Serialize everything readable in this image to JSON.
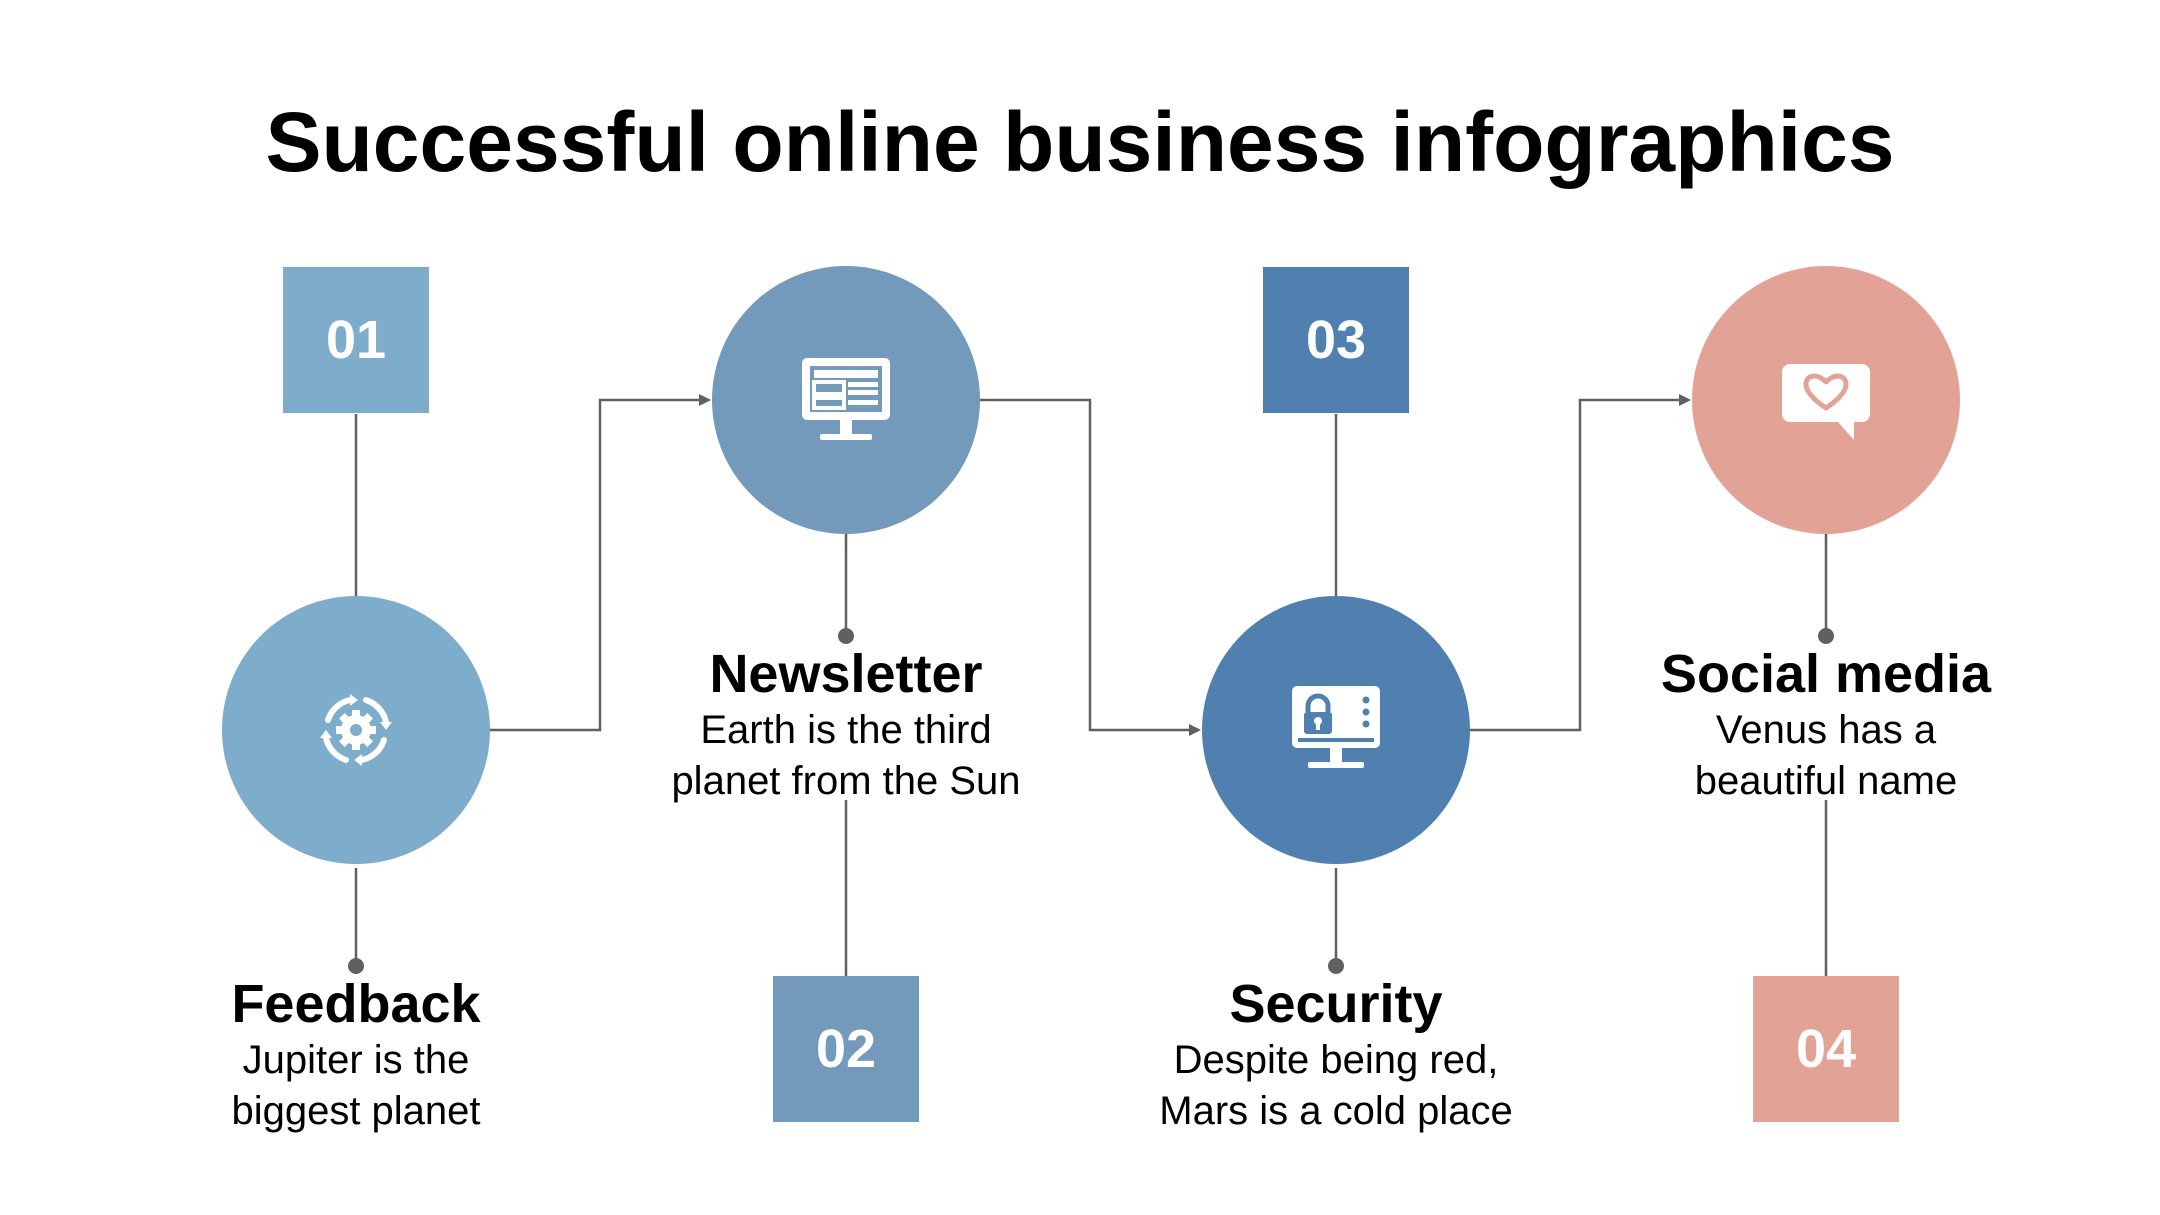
{
  "title": "Successful online business infographics",
  "colors": {
    "step1": "#7eaccb",
    "step2": "#7399bb",
    "step3": "#5080b0",
    "step4": "#e2a396",
    "connector": "#606060"
  },
  "steps": [
    {
      "number": "01",
      "name": "Feedback",
      "desc_line1": "Jupiter is the",
      "desc_line2": "biggest planet",
      "icon": "gear-cycle-icon"
    },
    {
      "number": "02",
      "name": "Newsletter",
      "desc_line1": "Earth is the third",
      "desc_line2": "planet from the Sun",
      "icon": "monitor-newsletter-icon"
    },
    {
      "number": "03",
      "name": "Security",
      "desc_line1": "Despite being red,",
      "desc_line2": "Mars is a cold place",
      "icon": "monitor-lock-icon"
    },
    {
      "number": "04",
      "name": "Social media",
      "desc_line1": "Venus has a",
      "desc_line2": "beautiful name",
      "icon": "chat-heart-icon"
    }
  ]
}
